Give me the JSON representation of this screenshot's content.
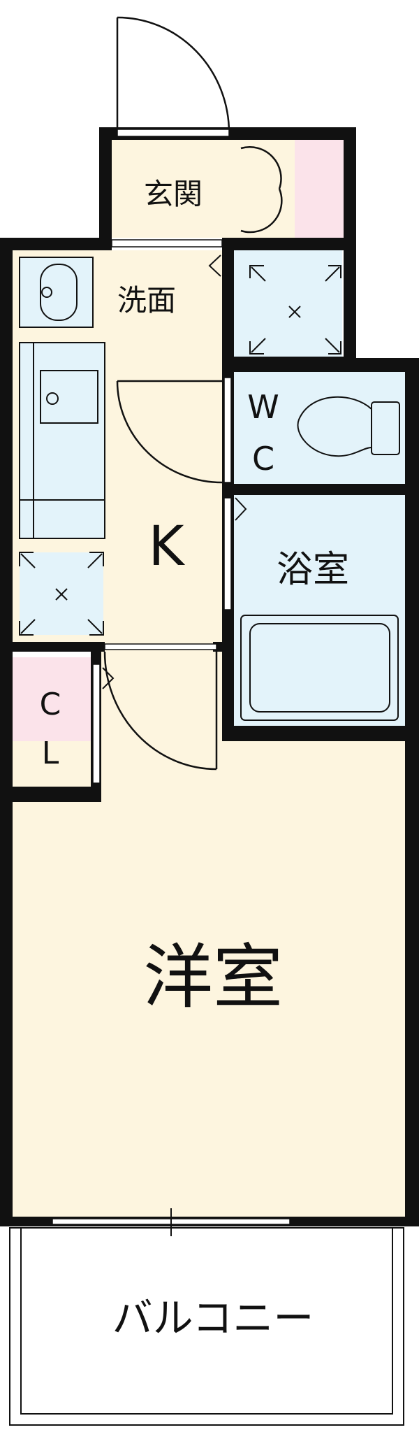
{
  "rooms": {
    "entrance": "玄関",
    "washroom": "洗面",
    "kitchen": "K",
    "wc_line1": "W",
    "wc_line2": "C",
    "bath": "浴室",
    "closet_line1": "C",
    "closet_line2": "L",
    "western_room": "洋室",
    "balcony": "バルコニー"
  },
  "colors": {
    "wall": "#111111",
    "floor": "#fdf5df",
    "wet_area": "#e3f3fa",
    "storage": "#fbe3ea"
  }
}
